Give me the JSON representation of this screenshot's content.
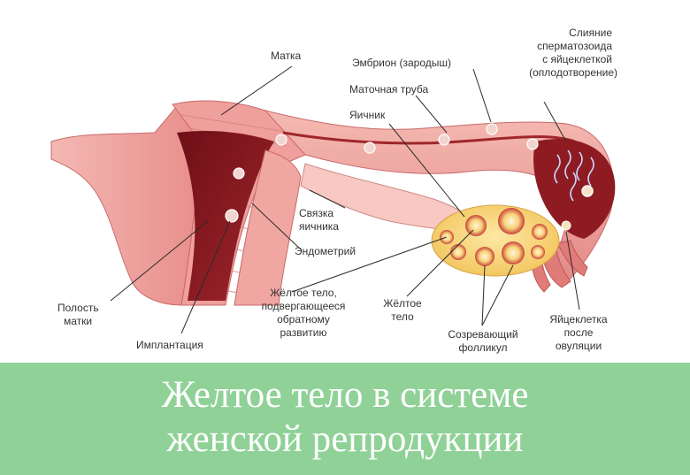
{
  "labels": {
    "uterus": "Матка",
    "embryo": "Эмбрион (зародыш)",
    "fusion_1": "Слияние",
    "fusion_2": "сперматозоида",
    "fusion_3": "с яйцеклеткой",
    "fusion_4": "(оплодотворение)",
    "fallopian_tube": "Маточная труба",
    "ovary": "Яичник",
    "ligament_1": "Связка",
    "ligament_2": "яичника",
    "endometrium": "Эндометрий",
    "cavity_1": "Полость",
    "cavity_2": "матки",
    "implantation": "Имплантация",
    "regress_1": "Жёлтое тело,",
    "regress_2": "подвергающееся",
    "regress_3": "обратному",
    "regress_4": "развитию",
    "corpus_1": "Жёлтое",
    "corpus_2": "тело",
    "follicle_1": "Созревающий",
    "follicle_2": "фолликул",
    "egg_1": "Яйцеклетка",
    "egg_2": "после",
    "egg_3": "овуляции"
  },
  "banner": {
    "line1": "Желтое тело в системе",
    "line2": "женской репродукции"
  },
  "colors": {
    "banner_bg": "#8fd197",
    "banner_text": "#ffffff",
    "tissue_pink": "#f2a9a6",
    "tissue_dark": "#8e1b22",
    "ovary_yellow": "#f6d36a"
  }
}
